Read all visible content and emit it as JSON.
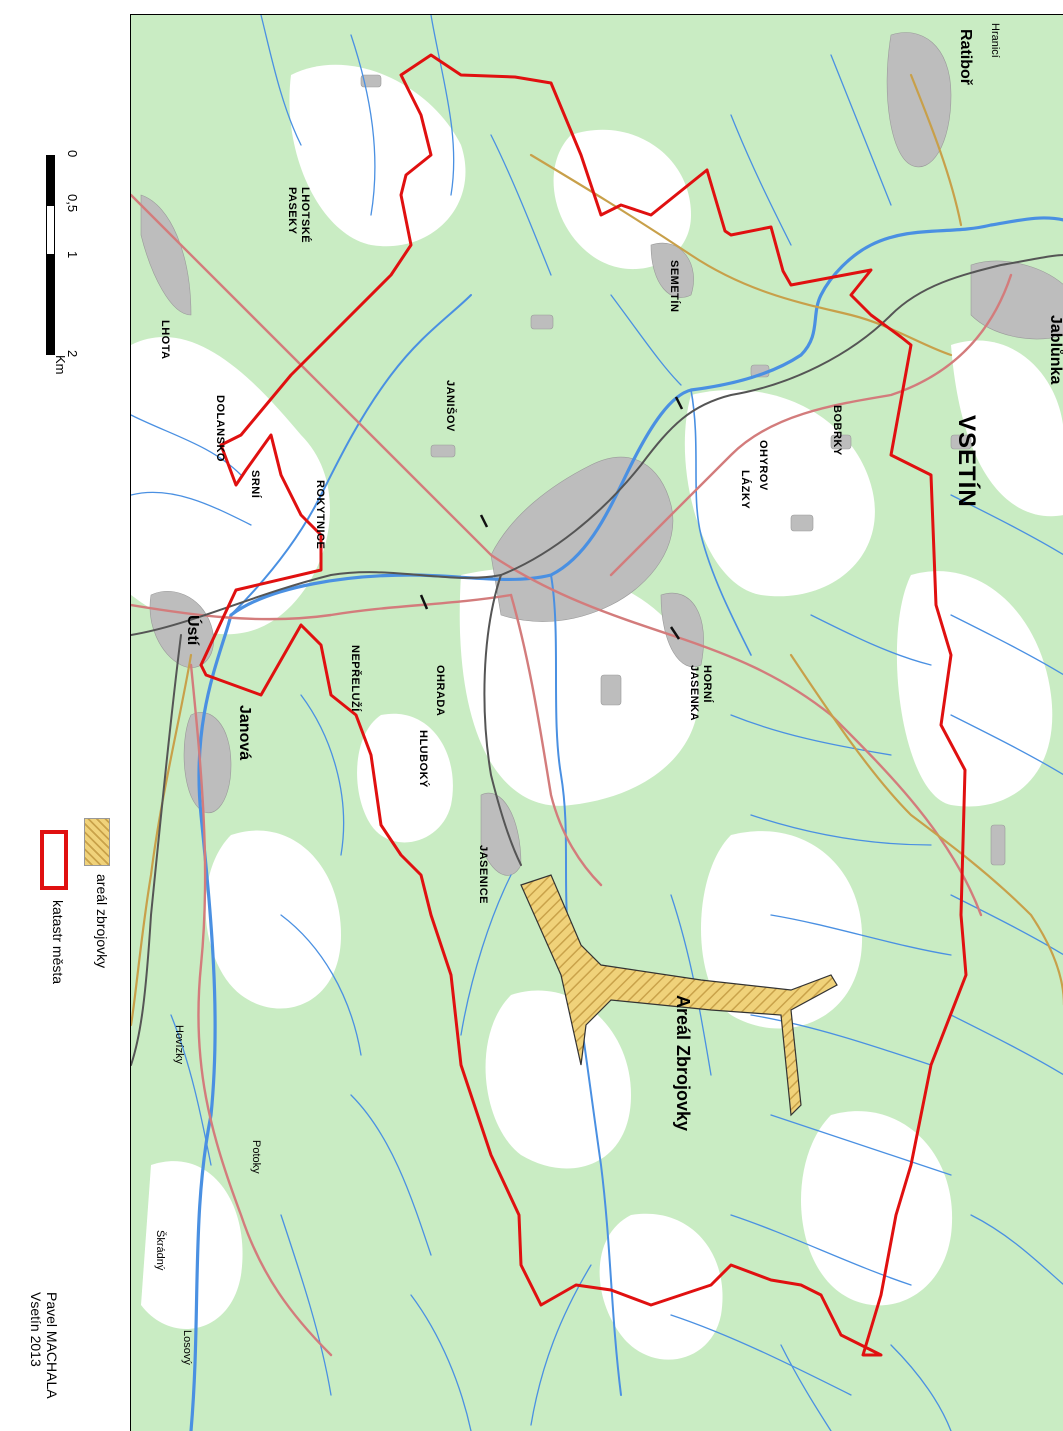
{
  "map": {
    "colors": {
      "forest": "#c9ecc3",
      "open_land": "#ffffff",
      "river": "#4a90e2",
      "road": "#d37c7c",
      "railway": "#555555",
      "highway": "#c8a04a",
      "boundary": "#e01010",
      "built_up": "#bdbdbd",
      "zbrojovka_fill": "#f0d27a"
    },
    "places": {
      "vsetin": "VSETÍN",
      "ratibor": "Ratiboř",
      "jablunka": "Jablůnka",
      "hranici": "Hranicí",
      "semetin": "SEMETÍN",
      "lhotske_paseky": "LHOTSKÉ PASEKY",
      "lhota": "LHOTA",
      "dolansko": "DOLANSKO",
      "srni": "SRNÍ",
      "janisov": "JANIŠOV",
      "rokytnice": "ROKYTNICE",
      "bobrky": "BOBRKY",
      "ohyrov": "OHYROV",
      "lazky": "LÁZKY",
      "horni_jasenka": "HORNÍ JASENKA",
      "ohrada": "OHRADA",
      "nepreluj": "NEPŘELUŽÍ",
      "hluboky": "HLUBOKÝ",
      "jasenice": "JASENICE",
      "usti": "Ústí",
      "janova": "Janová",
      "hovizky": "Hovízky",
      "potoky": "Potoky",
      "skradny": "Škrádný",
      "losovy": "Losový"
    },
    "zone_label": "Areál Zbrojovky"
  },
  "scale_bar": {
    "ticks": [
      "0",
      "0,5",
      "1",
      "2"
    ],
    "unit": "Km"
  },
  "legend": {
    "items": [
      {
        "label": "areál zbrojovky",
        "symbol": "hatched-yellow"
      },
      {
        "label": "katastr města",
        "symbol": "red-outline"
      }
    ]
  },
  "credits": {
    "author": "Pavel MACHALA",
    "place_year": "Vsetín 2013"
  }
}
